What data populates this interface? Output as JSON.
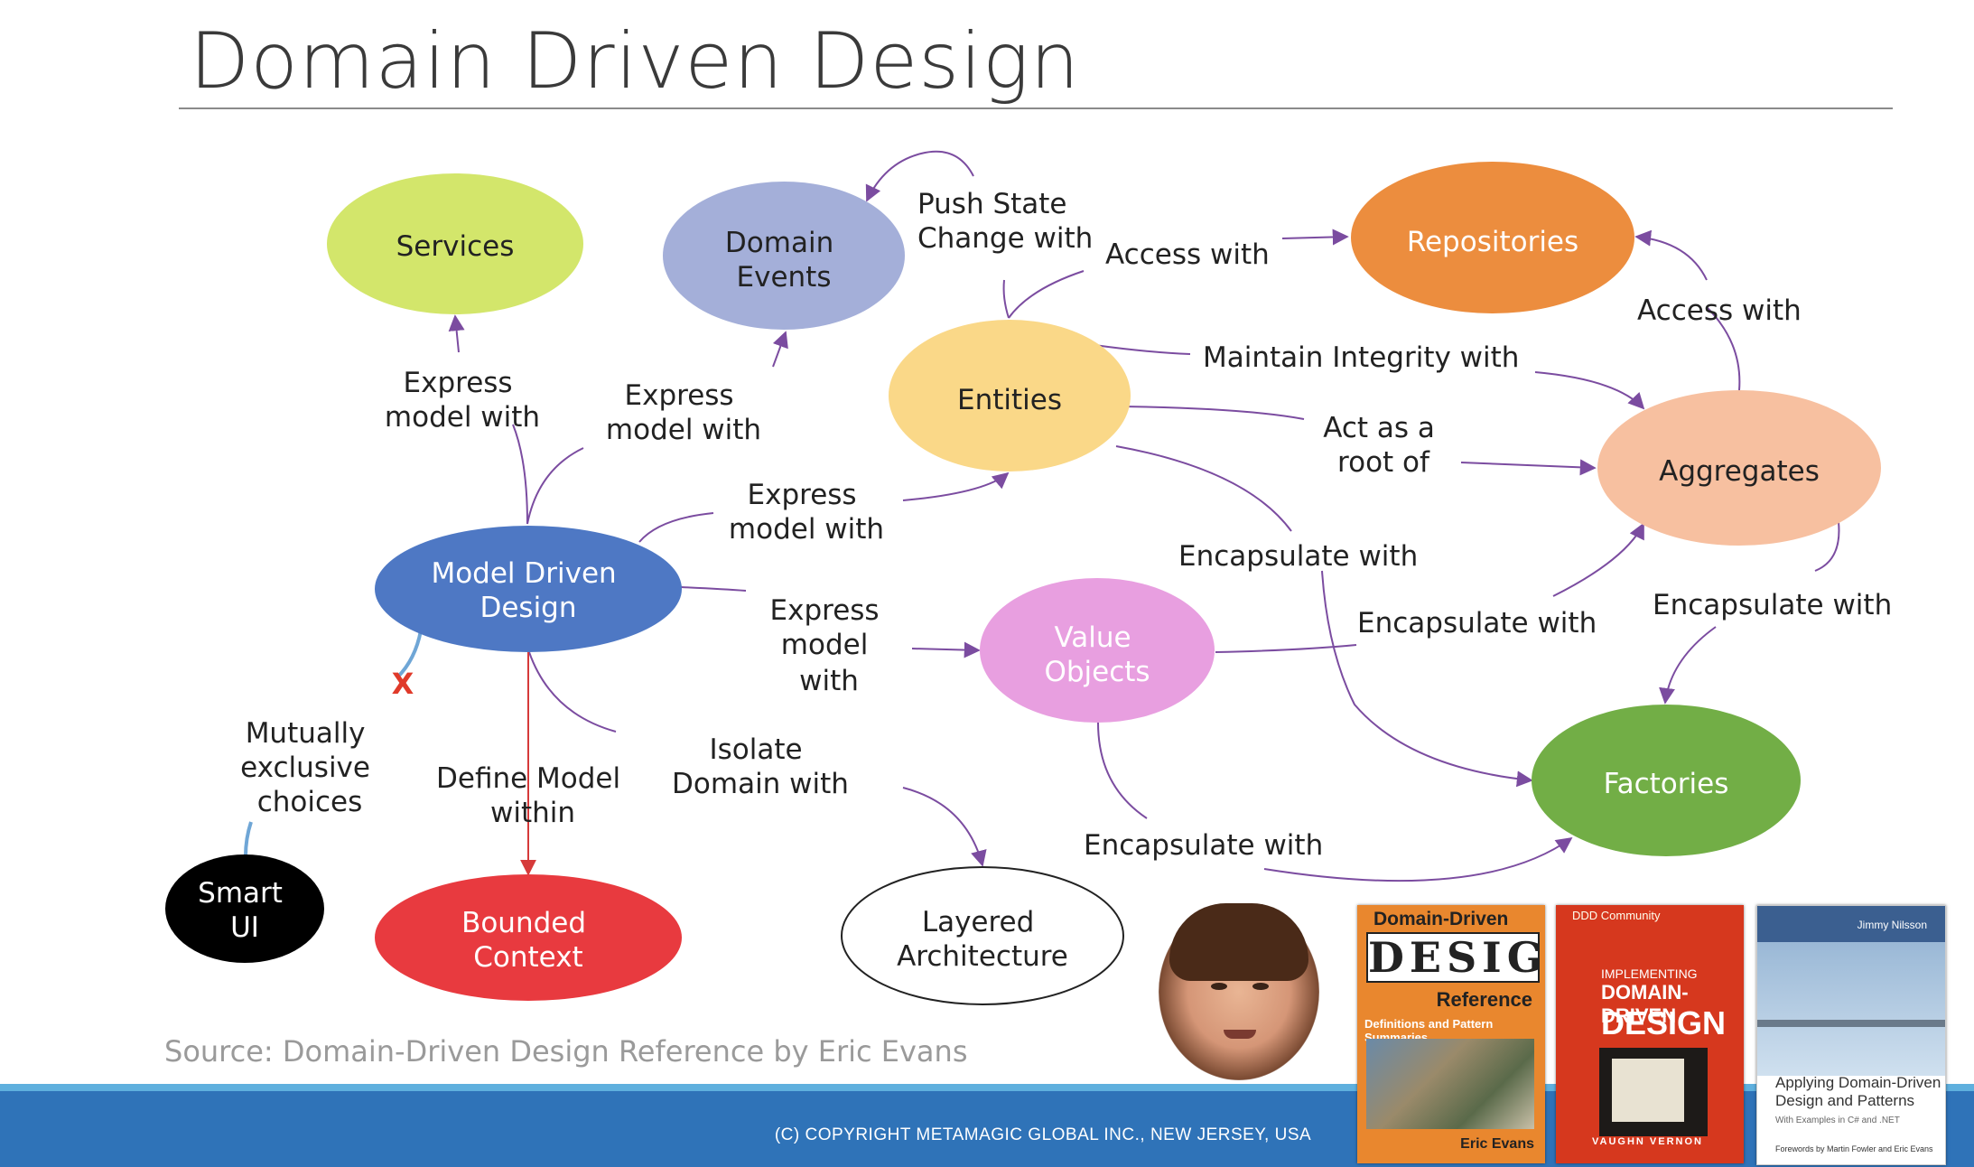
{
  "title": "Domain Driven Design",
  "source": "Source: Domain-Driven Design Reference by Eric Evans",
  "copyright": "(C) COPYRIGHT METAMAGIC GLOBAL INC., NEW JERSEY, USA",
  "colors": {
    "services": "#d3e66b",
    "domain_events": "#a4afd9",
    "repositories": "#ec8d3e",
    "entities": "#fad888",
    "aggregates": "#f7c0a0",
    "model_driven": "#4e78c4",
    "value_objects": "#e89fe0",
    "factories": "#72ae46",
    "smart_ui": "#000000",
    "bounded_context": "#e83a3f",
    "arrow": "#7b4ca0",
    "define_arrow": "#d63a3a",
    "blue_line": "#6fa6d6",
    "x_mark": "#e03a2a"
  },
  "nodes": {
    "services": "Services",
    "domain_events": [
      "Domain",
      "Events"
    ],
    "repositories": "Repositories",
    "entities": "Entities",
    "aggregates": "Aggregates",
    "model_driven": [
      "Model Driven",
      "Design"
    ],
    "value_objects": [
      "Value",
      "Objects"
    ],
    "factories": "Factories",
    "smart_ui": [
      "Smart",
      "UI"
    ],
    "bounded_context": [
      "Bounded",
      "Context"
    ],
    "layered": [
      "Layered",
      "Architecture"
    ]
  },
  "edge_labels": {
    "push_state": [
      "Push State",
      "Change with"
    ],
    "access_with_1": "Access with",
    "access_with_2": "Access with",
    "maintain_integrity": "Maintain Integrity with",
    "act_as_root": [
      "Act as a",
      "root of"
    ],
    "express_services": [
      "Express",
      "model with"
    ],
    "express_events": [
      "Express",
      "model with"
    ],
    "express_entities": [
      "Express",
      "model with"
    ],
    "express_values": [
      "Express",
      "model",
      "with"
    ],
    "encapsulate_1": "Encapsulate with",
    "encapsulate_2": "Encapsulate with",
    "encapsulate_3": "Encapsulate with",
    "encapsulate_4": "Encapsulate with",
    "mutually_exclusive": [
      "Mutually",
      "exclusive",
      "choices"
    ],
    "define_model": [
      "Define Model",
      "within"
    ],
    "isolate_domain": [
      "Isolate",
      "Domain with"
    ],
    "x_mark": "X"
  },
  "books": {
    "book1": {
      "top": "Domain-Driven",
      "main": "DESIGN",
      "ref": "Reference",
      "sub": "Definitions and Pattern Summaries",
      "author": "Eric Evans"
    },
    "book2": {
      "top": "DDD Community",
      "small": "IMPLEMENTING",
      "main": "DOMAIN-DRIVEN",
      "big": "DESIGN",
      "author": "VAUGHN VERNON"
    },
    "book3": {
      "top": "Jimmy Nilsson",
      "t1": "Applying Domain-Driven",
      "t2": "Design and Patterns",
      "t3": "With Examples in C# and .NET",
      "t4": "Forewords by Martin Fowler and Eric Evans"
    }
  }
}
